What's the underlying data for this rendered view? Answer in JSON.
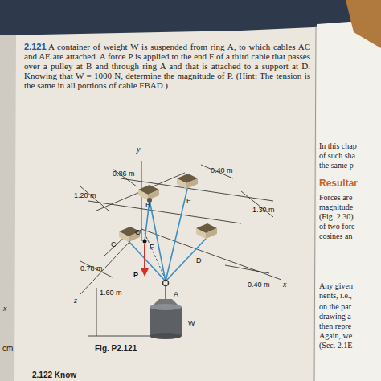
{
  "diagram": {
    "caption": "Fig. P2.121",
    "labels": [
      "2.121",
      "A container of weight W is suspended from ring A, to which cables AC and AE are attached. A force P is applied to the end F of a third cable that passes over a pulley at B and through ring A and that is attached to a support at D. Knowing that W = 1000 N, determine the magnitude of P. (Hint: The tension is the same in all portions of cable FBAD.)",
      "y",
      "0.40 m",
      "0.86 m",
      "1.20 m",
      "B",
      "E",
      "1.30 m",
      "O",
      "C",
      "F",
      "0.78 m",
      "P",
      "D",
      "z",
      "0.40 m",
      "x",
      "1.60 m",
      "A",
      "W",
      "In this chap",
      "of such sha",
      "the same p",
      "Resultar",
      "Forces are",
      "magnitude",
      "(Fig. 2.30).",
      "of two forc",
      "cosines an",
      "Any given",
      "nents, i.e.,",
      "on the par",
      "drawing a",
      "then repre",
      "Again, we",
      "(Sec. 2.1E",
      "x",
      "cm",
      "2.122 Know"
    ]
  }
}
